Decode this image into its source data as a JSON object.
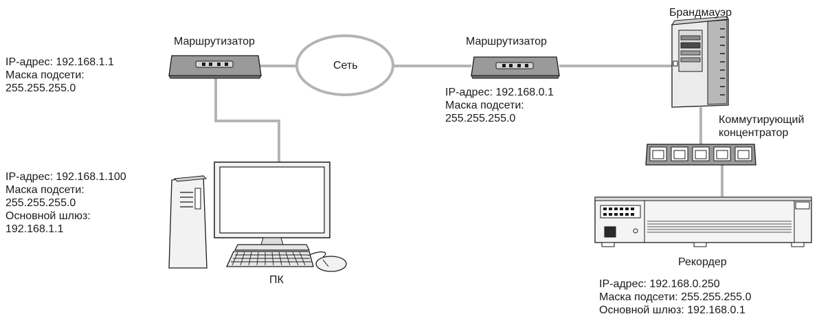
{
  "labels": {
    "router_left_title": "Маршрутизатор",
    "router_right_title": "Маршрутизатор",
    "network": "Сеть",
    "firewall": "Брандмауэр",
    "switch_line1": "Коммутирующий",
    "switch_line2": "концентратор",
    "pc": "ПК",
    "recorder": "Рекордер"
  },
  "router_left_info": {
    "ip": "IP-адрес: 192.168.1.1",
    "mask_label": "Маска подсети:",
    "mask": "255.255.255.0"
  },
  "router_right_info": {
    "ip": "IP-адрес: 192.168.0.1",
    "mask_label": "Маска подсети:",
    "mask": "255.255.255.0"
  },
  "pc_info": {
    "ip": "IP-адрес: 192.168.1.100",
    "mask_label": "Маска подсети:",
    "mask": "255.255.255.0",
    "gateway_label": "Основной шлюз:",
    "gateway": "192.168.1.1"
  },
  "recorder_info": {
    "ip": "IP-адрес: 192.168.0.250",
    "mask": "Маска подсети: 255.255.255.0",
    "gateway": "Основной шлюз: 192.168.0.1"
  },
  "colors": {
    "cable": "#b4b4b4",
    "device_fill": "#9a9a9a",
    "outline": "#1a1a1a"
  }
}
